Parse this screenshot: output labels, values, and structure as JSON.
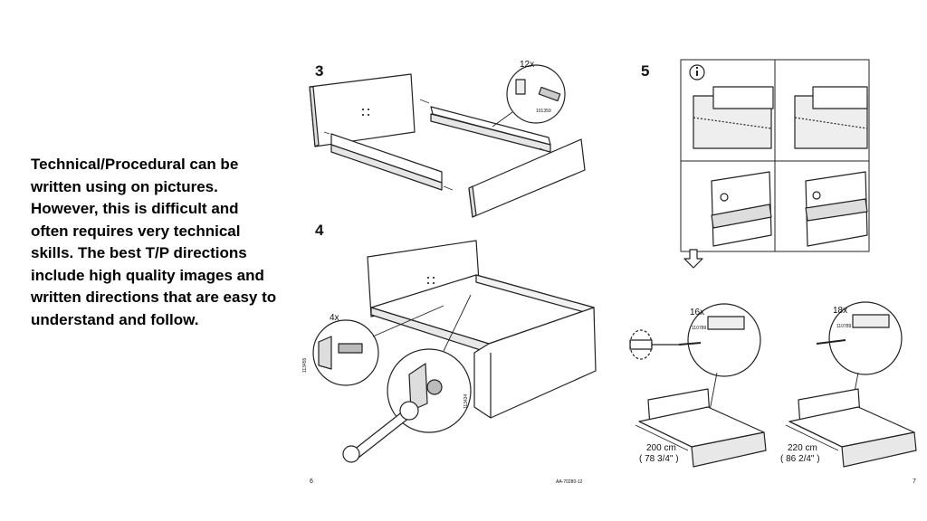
{
  "slide": {
    "text_lines": [
      "Technical/Procedural can be",
      "written using on pictures.",
      "However, this is difficult and",
      "often requires very technical",
      "skills.  The best T/P directions",
      "include high quality images and",
      "written directions that are easy to",
      "understand and follow."
    ]
  },
  "manual": {
    "step3": {
      "number": "3",
      "quantity": "12x",
      "part": "101359"
    },
    "step4": {
      "number": "4",
      "quantity": "4x",
      "part_a": "113455",
      "part_b": "113434"
    },
    "step5": {
      "number": "5",
      "left": {
        "quantity": "16x",
        "part": "110789",
        "width_cm": "200 cm",
        "width_in": "( 78 3/4\" )"
      },
      "right": {
        "quantity": "18x",
        "part": "110789",
        "width_cm": "220 cm",
        "width_in": "( 86 2/4\" )"
      }
    },
    "footer": {
      "page_left": "6",
      "code": "AA-70280-12",
      "page_right": "7"
    }
  }
}
